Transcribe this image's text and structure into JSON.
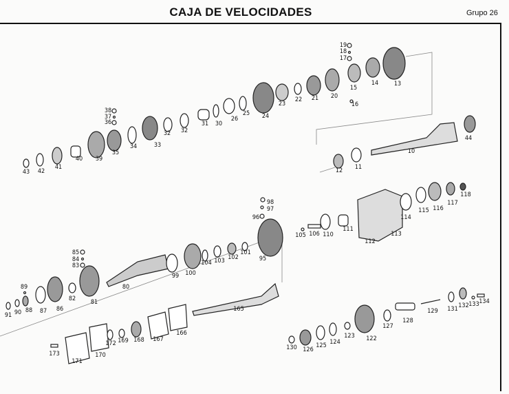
{
  "header": {
    "title": "CAJA DE VELOCIDADES",
    "group": "Grupo 26"
  },
  "parts": [
    "19",
    "18",
    "17",
    "13",
    "14",
    "15",
    "16",
    "20",
    "21",
    "22",
    "23",
    "24",
    "25",
    "26",
    "30",
    "31",
    "32",
    "32",
    "33",
    "34",
    "35",
    "36",
    "37",
    "38",
    "39",
    "40",
    "41",
    "42",
    "43",
    "10",
    "11",
    "12",
    "44",
    "98",
    "97",
    "96",
    "105",
    "106",
    "110",
    "111",
    "112",
    "113",
    "114",
    "115",
    "116",
    "117",
    "118",
    "85",
    "84",
    "83",
    "80",
    "81",
    "82",
    "86",
    "87",
    "88",
    "89",
    "90",
    "91",
    "95",
    "99",
    "100",
    "101",
    "102",
    "103",
    "104",
    "165",
    "166",
    "167",
    "168",
    "169",
    "170",
    "171",
    "172",
    "173",
    "122",
    "123",
    "124",
    "125",
    "126",
    "127",
    "128",
    "129",
    "130",
    "131",
    "132",
    "133",
    "134"
  ]
}
